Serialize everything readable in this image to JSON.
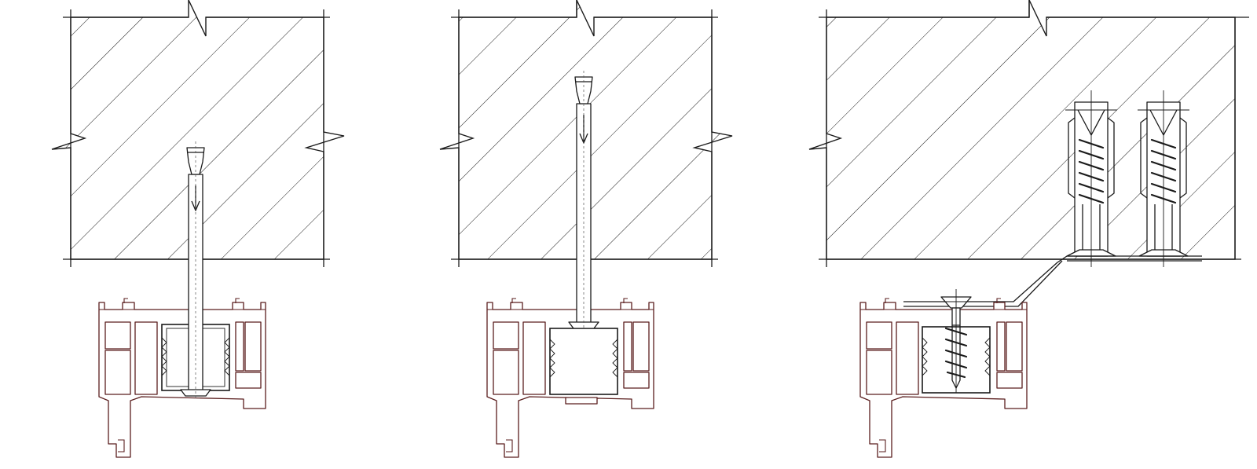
{
  "figure": {
    "panels": [
      {
        "id": "frame-anchor-short",
        "anchor_type": "frame anchor"
      },
      {
        "id": "frame-anchor-long",
        "anchor_type": "frame anchor"
      },
      {
        "id": "plug-and-screw",
        "anchor_type": "wall plug with screw and bracket"
      }
    ],
    "colors": {
      "ink": "#1a1a1a",
      "profile": "#5a1e1e",
      "background": "#ffffff"
    }
  }
}
